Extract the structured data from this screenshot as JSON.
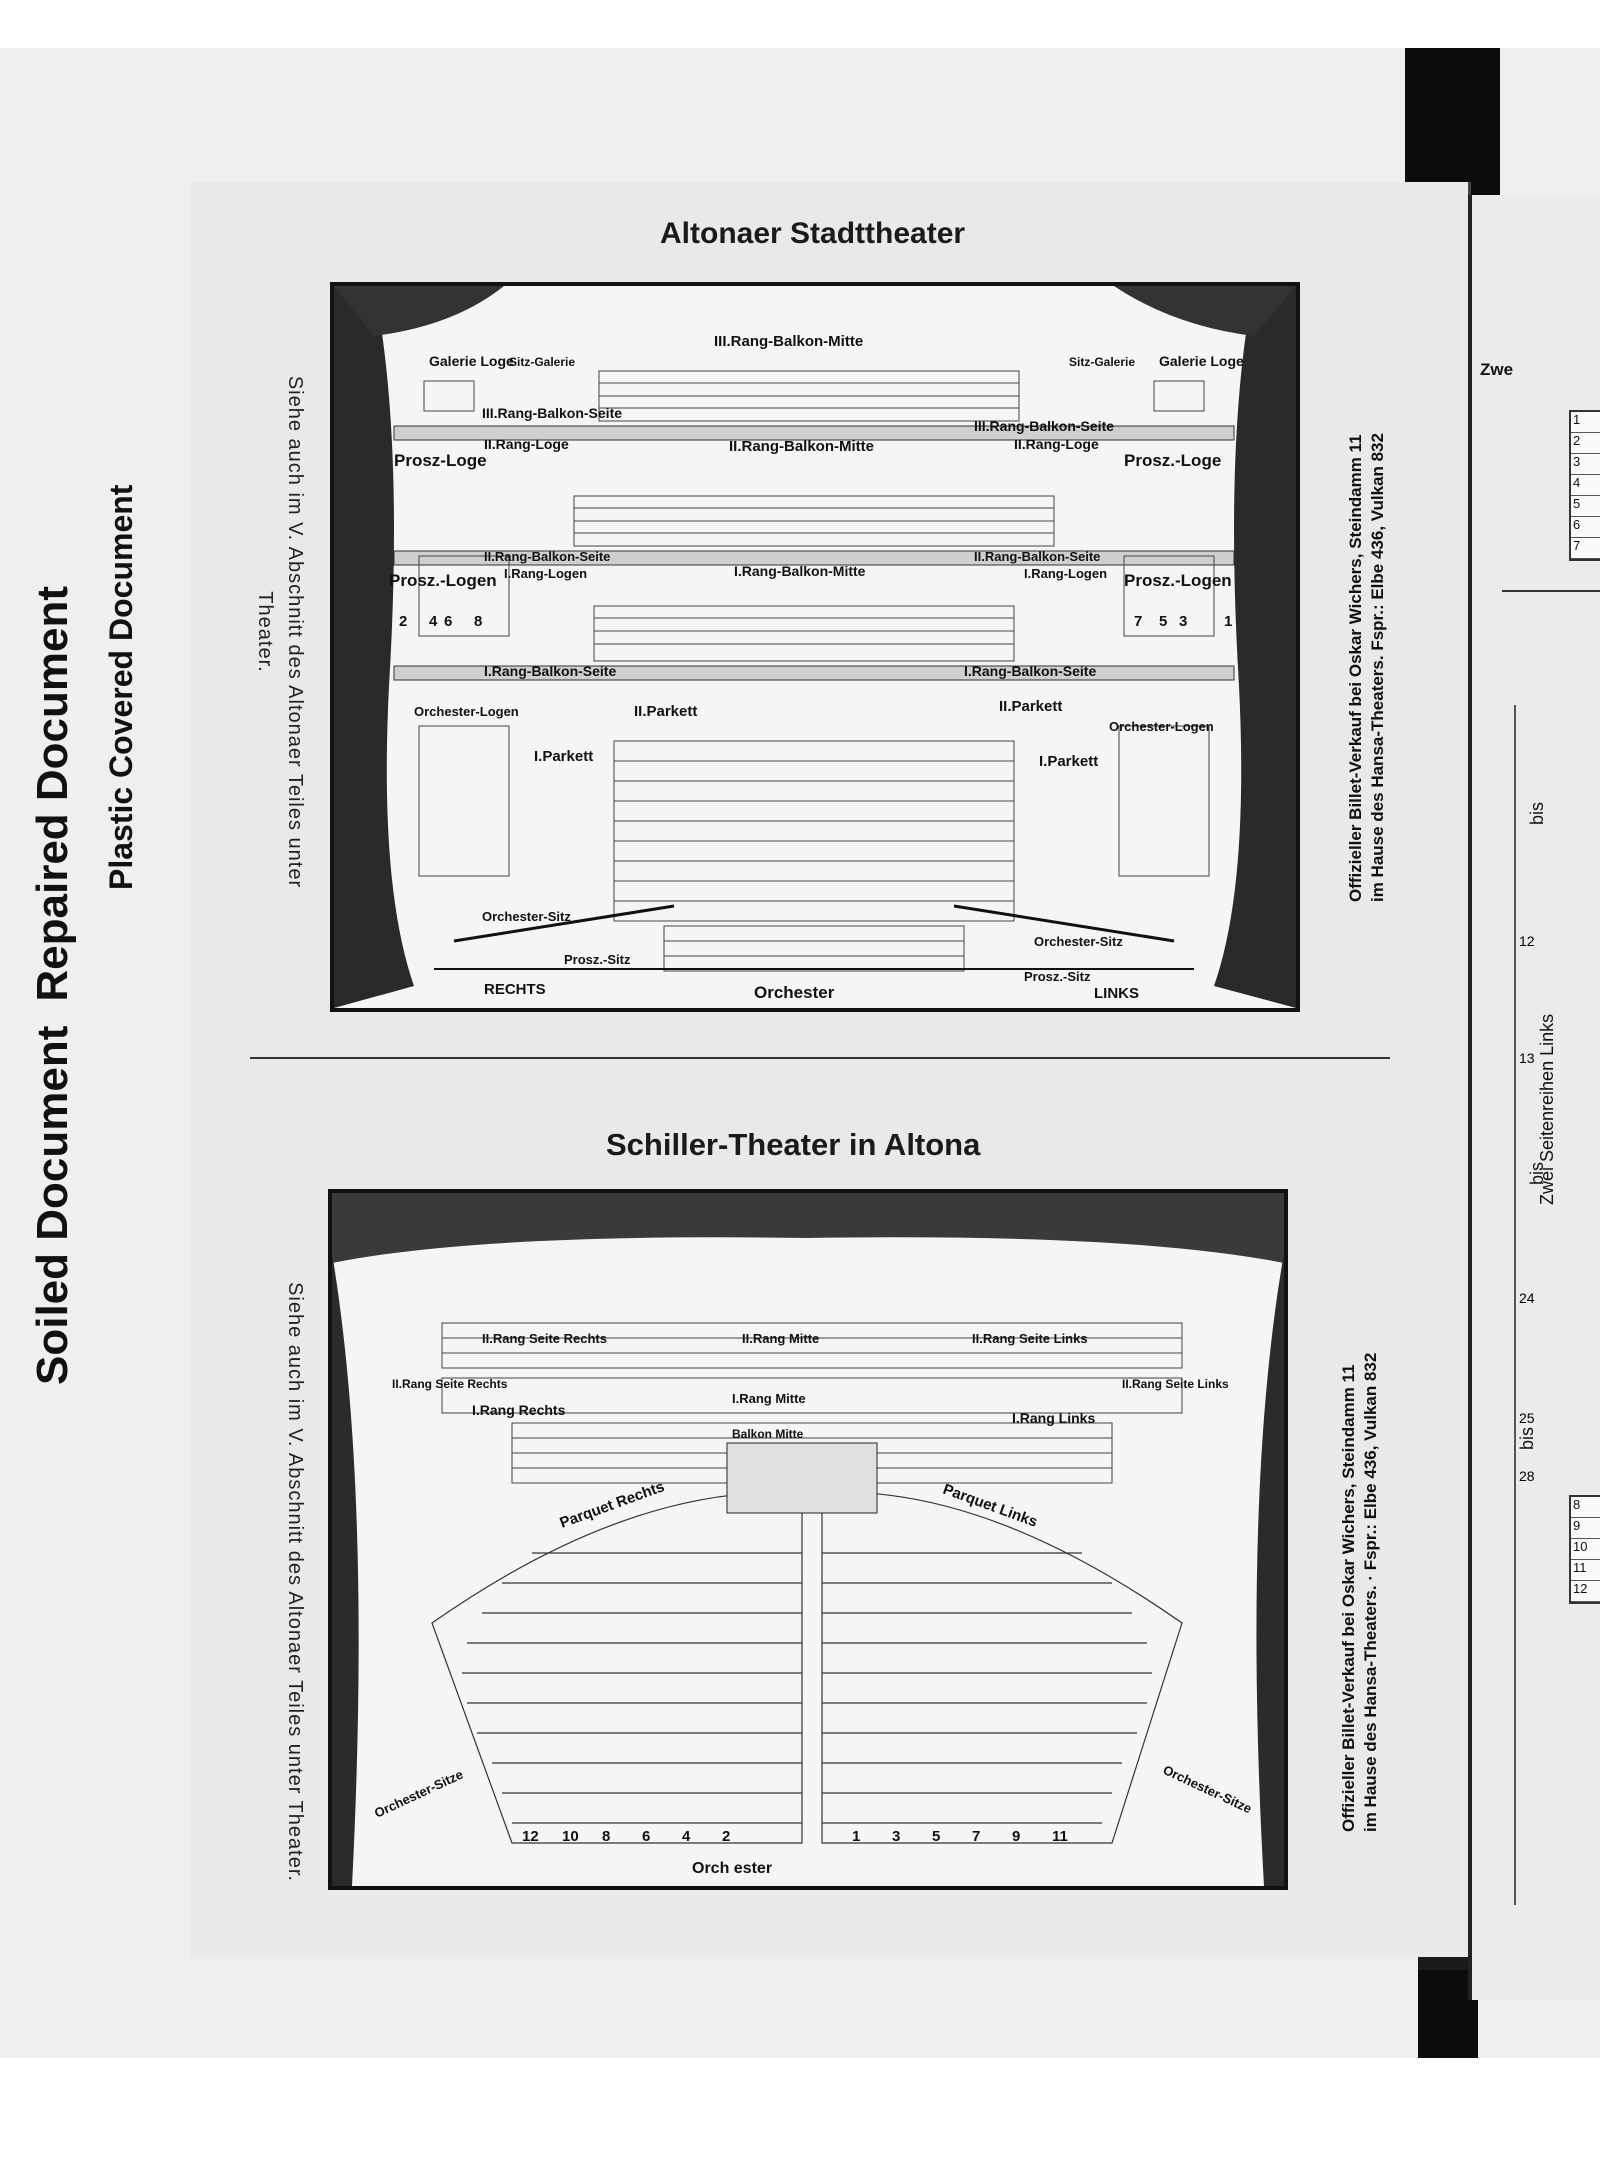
{
  "notices": {
    "soiled": "Soiled Document",
    "repaired": "Repaired Document",
    "plastic": "Plastic Covered Document"
  },
  "altonaer": {
    "title": "Altonaer Stadttheater",
    "side_note": "Siehe auch im V. Abschnitt des Altonaer Teiles unter Theater.",
    "vendor_line1": "Offizieller Billet-Verkauf bei Oskar Wichers, Steindamm 11",
    "vendor_line2": "im Hause des Hansa-Theaters.  Fspr.: Elbe 436, Vulkan 832",
    "labels": {
      "galerie_loge_left": "Galerie Loge",
      "galerie_loge_right": "Galerie Loge",
      "sitz_galerie_left": "Sitz-Galerie",
      "sitz_galerie_right": "Sitz-Galerie",
      "rang3_mitte": "III.Rang-Balkon-Mitte",
      "rang3_seite_left": "III.Rang-Balkon-Seite",
      "rang3_seite_right": "III.Rang-Balkon-Seite",
      "prosz_loge_left": "Prosz-Loge",
      "prosz_loge_right": "Prosz.-Loge",
      "rang2_loge_left": "II.Rang-Loge",
      "rang2_loge_right": "II.Rang-Loge",
      "rang2_mitte": "II.Rang-Balkon-Mitte",
      "rang2_seite_left": "II.Rang-Balkon-Seite",
      "rang2_seite_right": "II.Rang-Balkon-Seite",
      "prosz_logen_left": "Prosz.-Logen",
      "prosz_logen_right": "Prosz.-Logen",
      "rang1_loge_left": "I.Rang-Logen",
      "rang1_loge_right": "I.Rang-Logen",
      "rang1_mitte": "I.Rang-Balkon-Mitte",
      "rang1_seite_left": "I.Rang-Balkon-Seite",
      "rang1_seite_right": "I.Rang-Balkon-Seite",
      "parkett2_left": "II.Parkett",
      "parkett2_right": "II.Parkett",
      "parkett1_left": "I.Parkett",
      "parkett1_right": "I.Parkett",
      "orchester_logen_left": "Orchester-Logen",
      "orchester_logen_right": "Orchester-Logen",
      "orchester_sitz_left": "Orchester-Sitz",
      "orchester_sitz_right": "Orchester-Sitz",
      "prosz_sitz_left": "Prosz.-Sitz",
      "prosz_sitz_right": "Prosz.-Sitz",
      "orchester": "Orchester",
      "rechts": "RECHTS",
      "links": "LINKS"
    },
    "box_numbers_left": [
      "2",
      "4",
      "6",
      "8"
    ],
    "box_numbers_right": [
      "7",
      "5",
      "3",
      "1"
    ]
  },
  "schiller": {
    "title": "Schiller-Theater in Altona",
    "side_note": "Siehe auch im V. Abschnitt des Altonaer Teiles unter Theater.",
    "vendor_line1": "Offizieller Billet-Verkauf bei Oskar Wichers, Steindamm 11",
    "vendor_line2": "im Hause des Hansa-Theaters. · Fspr.: Elbe 436, Vulkan 832",
    "labels": {
      "rang2_seite_rechts": "II.Rang Seite Rechts",
      "rang2_mitte": "II.Rang Mitte",
      "rang2_seite_links": "II.Rang Seite Links",
      "rang2_seite_rechts_small": "II.Rang Seite Rechts",
      "rang2_seite_links_small": "II.Rang Seite Links",
      "rang1_rechts": "I.Rang Rechts",
      "rang1_mitte": "I.Rang Mitte",
      "rang1_links": "I.Rang Links",
      "balkon_mitte": "Balkon Mitte",
      "parquet_rechts": "Parquet Rechts",
      "parquet_links": "Parquet Links",
      "orchester_sitze_left": "Orchester-Sitze",
      "orchester_sitze_right": "Orchester-Sitze",
      "orchester": "Orch          ester"
    },
    "front_row_left": [
      "12",
      "10",
      "8",
      "6",
      "4",
      "2"
    ],
    "front_row_right": [
      "1",
      "3",
      "5",
      "7",
      "9",
      "11"
    ]
  },
  "next_page": {
    "header": "Zwe",
    "edge_text": "Zwei Seitenreihen  Links",
    "bis1": "bis",
    "bis2": "bis",
    "bis3": "bis",
    "row_numbers_top": [
      "1",
      "2",
      "3",
      "4",
      "5",
      "6",
      "7"
    ],
    "row_numbers_bottom": [
      "8",
      "9",
      "10",
      "11",
      "12"
    ],
    "label_12": "12",
    "label_13": "13",
    "label_24": "24",
    "label_25": "25",
    "label_28": "28"
  }
}
